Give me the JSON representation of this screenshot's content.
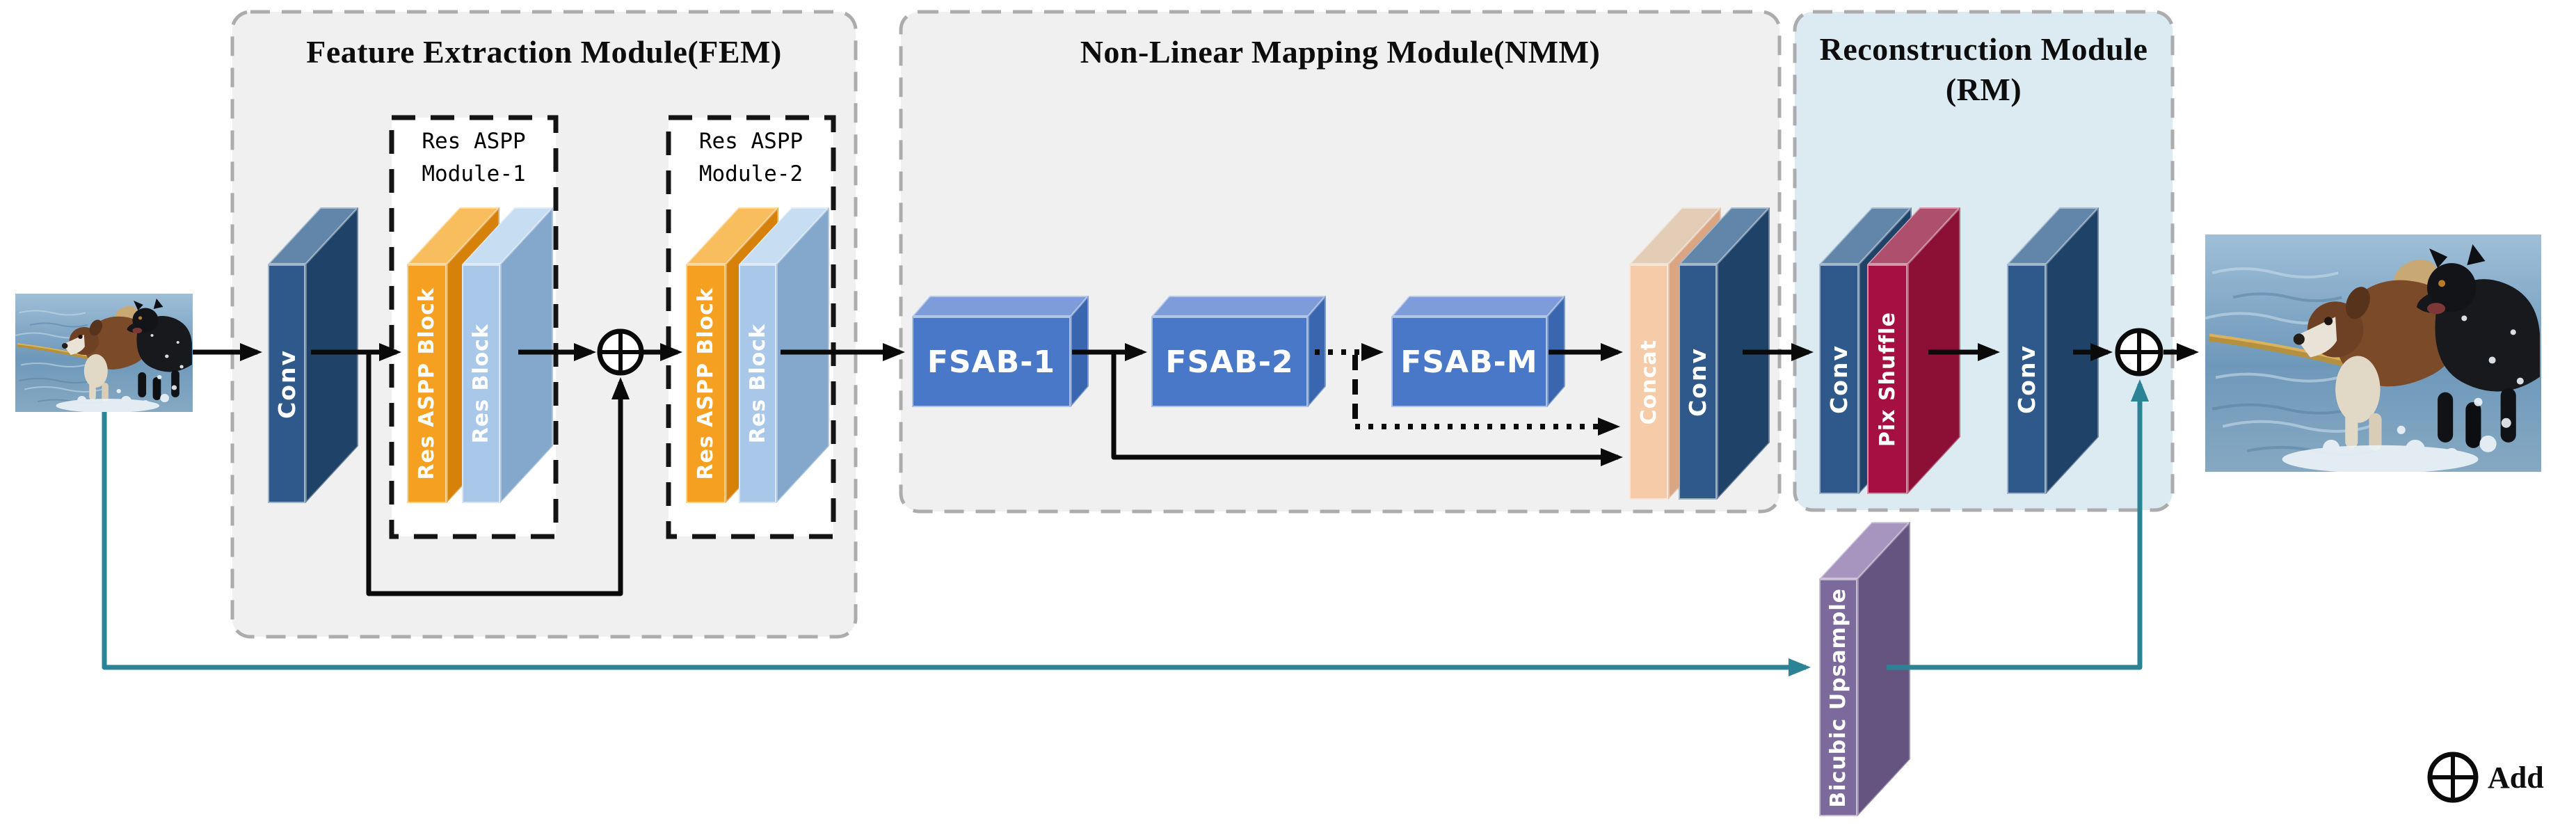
{
  "figure": {
    "fem": {
      "title": "Feature Extraction Module(FEM)",
      "module1": {
        "line1": "Res ASPP",
        "line2": "Module-1"
      },
      "module2": {
        "line1": "Res ASPP",
        "line2": "Module-2"
      },
      "conv_label": "Conv",
      "res_aspp_block_label": "Res ASPP Block",
      "res_block_label": "Res Block"
    },
    "nmm": {
      "title": "Non-Linear Mapping Module(NMM)",
      "fsab1": "FSAB-1",
      "fsab2": "FSAB-2",
      "fsabm": "FSAB-M",
      "concat_label": "Concat",
      "conv_label": "Conv"
    },
    "rm": {
      "title_line1": "Reconstruction Module",
      "title_line2": "(RM)",
      "conv1_label": "Conv",
      "pix_shuffle_label": "Pix Shuffle",
      "conv2_label": "Conv"
    },
    "bicubic_label": "Bicubic Upsample",
    "legend": {
      "add_label": "Add"
    },
    "colors": {
      "panel_gray": "#F0F0F0",
      "panel_blue": "#DCEBF2",
      "dash_gray": "#ACACAC",
      "conv_blue": "#2E598A",
      "fsab_blue": "#4A78C8",
      "aspp_orange": "#F5A020",
      "res_light_blue": "#A9C8E9",
      "concat_peach": "#F6CBA8",
      "pix_crimson": "#A50F42",
      "bicubic_purple": "#7C6A9C",
      "teal_path": "#2B8495",
      "arrow_black": "#0A0A0A"
    }
  }
}
